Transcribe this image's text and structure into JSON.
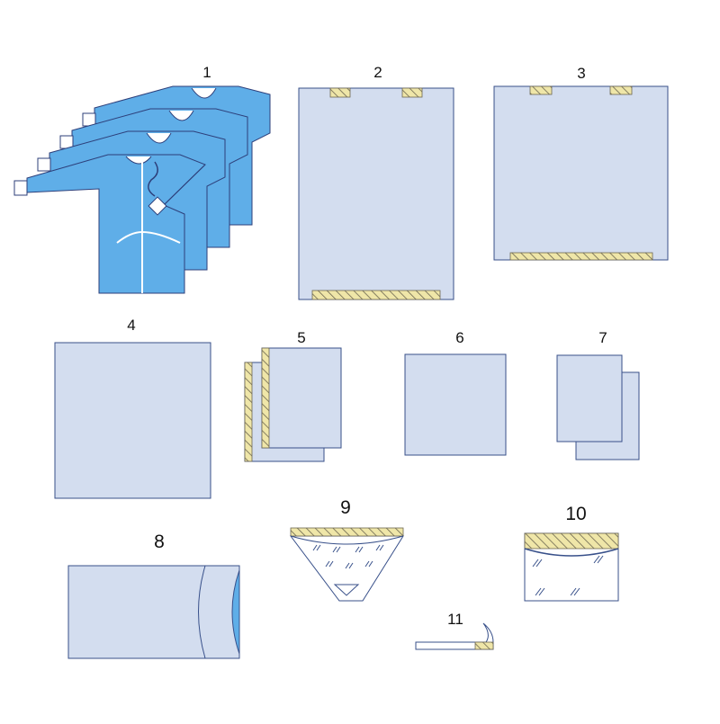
{
  "colors": {
    "background": "#ffffff",
    "drape_fill": "#d3ddef",
    "drape_stroke": "#38508a",
    "gown_fill": "#5faee8",
    "gown_shade": "#4f9fdc",
    "gown_stroke": "#2d3f7a",
    "tape_fill": "#efe6a8",
    "tape_stroke": "#6c6650",
    "label_text": "#111111"
  },
  "items": [
    {
      "number": "1",
      "icon": "surgical-gown-stack-icon"
    },
    {
      "number": "2",
      "icon": "drape-with-tapes-icon"
    },
    {
      "number": "3",
      "icon": "drape-with-tapes-icon"
    },
    {
      "number": "4",
      "icon": "square-drape-icon"
    },
    {
      "number": "5",
      "icon": "drape-pair-with-tape-icon"
    },
    {
      "number": "6",
      "icon": "square-drape-icon"
    },
    {
      "number": "7",
      "icon": "towel-pair-icon"
    },
    {
      "number": "8",
      "icon": "instrument-pocket-drape-icon"
    },
    {
      "number": "9",
      "icon": "fluid-collection-pouch-icon"
    },
    {
      "number": "10",
      "icon": "clear-pouch-with-tape-icon"
    },
    {
      "number": "11",
      "icon": "adhesive-tape-strip-icon"
    }
  ]
}
